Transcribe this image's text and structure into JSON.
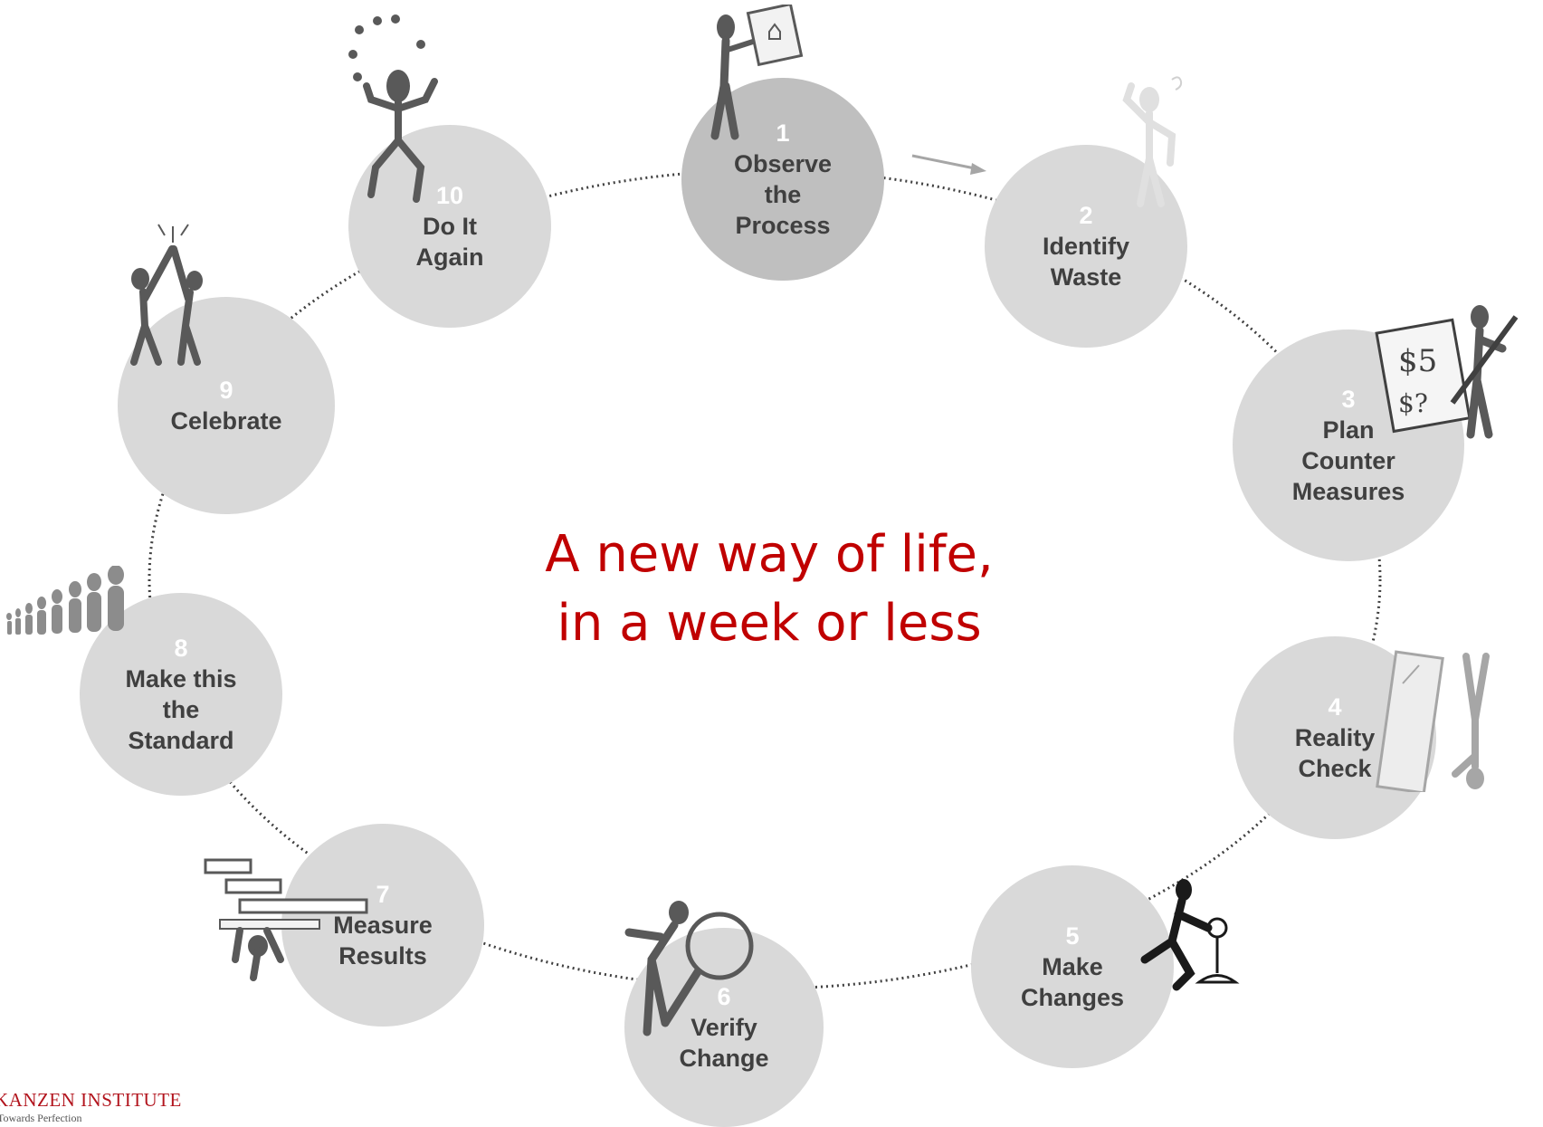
{
  "diagram": {
    "tagline_line1": "A new way of life,",
    "tagline_line2": "in a week or less",
    "steps": [
      {
        "number": "1",
        "label": "Observe\nthe\nProcess",
        "highlight": true
      },
      {
        "number": "2",
        "label": "Identify\nWaste",
        "highlight": false
      },
      {
        "number": "3",
        "label": "Plan\nCounter\nMeasures",
        "highlight": false
      },
      {
        "number": "4",
        "label": "Reality\nCheck",
        "highlight": false
      },
      {
        "number": "5",
        "label": "Make\nChanges",
        "highlight": false
      },
      {
        "number": "6",
        "label": "Verify\nChange",
        "highlight": false
      },
      {
        "number": "7",
        "label": "Measure\nResults",
        "highlight": false
      },
      {
        "number": "8",
        "label": "Make this\nthe\nStandard",
        "highlight": false
      },
      {
        "number": "9",
        "label": "Celebrate",
        "highlight": false
      },
      {
        "number": "10",
        "label": "Do It\nAgain",
        "highlight": false
      }
    ],
    "colors": {
      "circle": "#d9d9d9",
      "circle_active": "#bfbfbf",
      "label": "#404040",
      "number": "#ffffff",
      "tagline": "#c00000",
      "ring": "#404040"
    },
    "figures": [
      "observer-holding-diagram-icon",
      "puzzled-person-icon",
      "person-drawing-on-chart-icon",
      "mirror-with-reflection-icon",
      "person-pushing-lever-icon",
      "person-with-magnifier-icon",
      "person-lifting-measuring-bars-icon",
      "row-of-people-icon",
      "high-five-people-icon",
      "juggling-person-icon"
    ]
  },
  "logo": {
    "name": "KANZEN INSTITUTE",
    "tagline": "Towards Perfection"
  }
}
